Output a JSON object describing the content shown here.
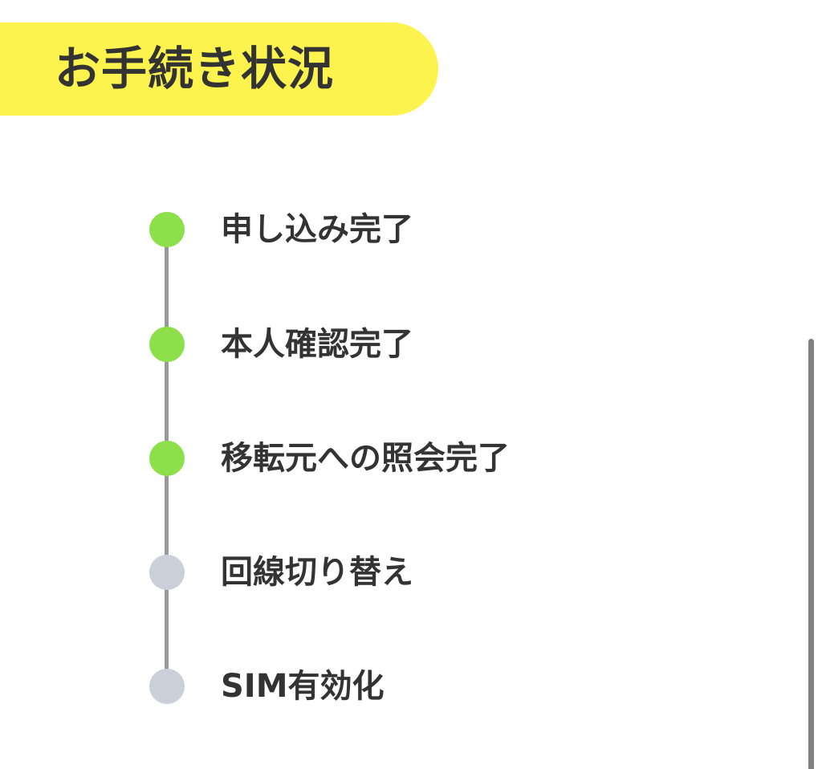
{
  "header": {
    "title": "お手続き状況",
    "accent_color": "#fdf34f"
  },
  "timeline": {
    "line_color": "#999999",
    "steps": [
      {
        "label": "申し込み完了",
        "status": "complete",
        "color": "#8ee04b"
      },
      {
        "label": "本人確認完了",
        "status": "complete",
        "color": "#8ee04b"
      },
      {
        "label": "移転元への照会完了",
        "status": "complete",
        "color": "#8ee04b"
      },
      {
        "label": "回線切り替え",
        "status": "pending",
        "color": "#cbd0d8"
      },
      {
        "label": "SIM有効化",
        "status": "pending",
        "color": "#cbd0d8"
      }
    ]
  },
  "scrollbar": {
    "color": "#808080"
  }
}
